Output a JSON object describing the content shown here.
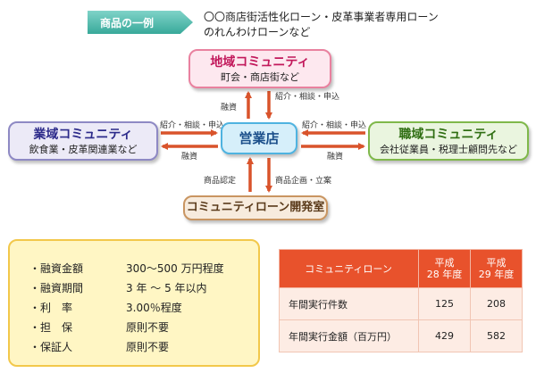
{
  "example": {
    "tag": "商品の一例",
    "line1": "〇〇商店街活性化ローン・皮革事業者専用ローン",
    "line2": "のれんわけローンなど"
  },
  "diagram": {
    "regional": {
      "title": "地域コミュニティ",
      "subtitle": "町会・商店街など"
    },
    "industry": {
      "title": "業域コミュニティ",
      "subtitle": "飲食業・皮革関連業など"
    },
    "workplace": {
      "title": "職域コミュニティ",
      "subtitle": "会社従業員・税理士顧問先など"
    },
    "branch": {
      "title": "営業店"
    },
    "devroom": {
      "title": "コミュニティローン開発室"
    },
    "labels": {
      "financing": "融資",
      "referral": "紹介・相談・申込",
      "product_approval": "商品認定",
      "product_planning": "商品企画・立案"
    }
  },
  "terms": [
    {
      "key": "・融資金額",
      "value": "300〜500 万円程度"
    },
    {
      "key": "・融資期間",
      "value": "3 年 〜 5 年以内"
    },
    {
      "key": "・利　率",
      "value": "3.00％程度"
    },
    {
      "key": "・担　保",
      "value": "原則不要"
    },
    {
      "key": "・保証人",
      "value": "原則不要"
    }
  ],
  "table": {
    "header": {
      "label": "コミュニティローン",
      "col1": "平成\n28 年度",
      "col2": "平成\n29 年度"
    },
    "rows": [
      {
        "label": "年間実行件数",
        "v1": "125",
        "v2": "208"
      },
      {
        "label": "年間実行金額（百万円）",
        "v1": "429",
        "v2": "582"
      }
    ]
  },
  "colors": {
    "arrow": "#d9532b",
    "table_header": "#e8522c",
    "terms_bg": "#fff6c4"
  }
}
